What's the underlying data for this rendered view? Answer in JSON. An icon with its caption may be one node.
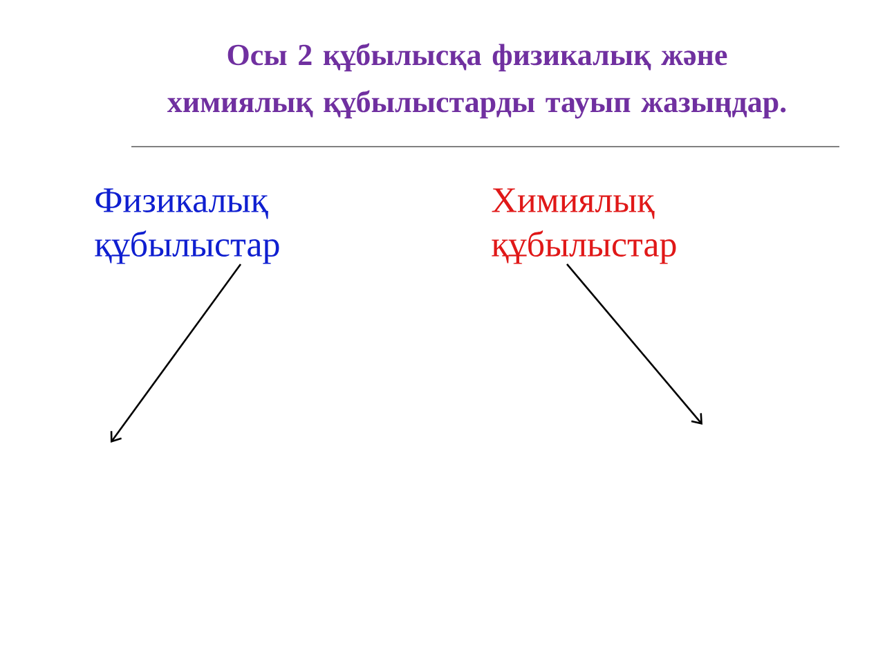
{
  "diagram": {
    "title": "Осы 2 құбылысқа физикалық және химиялық құбылыстарды тауып жазыңдар.",
    "nodes": [
      {
        "text": [
          "Физикалық құбылыстар"
        ]
      },
      {
        "text": [
          "Химиялық құбылыстар"
        ]
      }
    ],
    "edges": [
      {
        "from": 0,
        "to": null,
        "arrow": "to"
      },
      {
        "from": 1,
        "to": null,
        "arrow": "to"
      }
    ]
  }
}
